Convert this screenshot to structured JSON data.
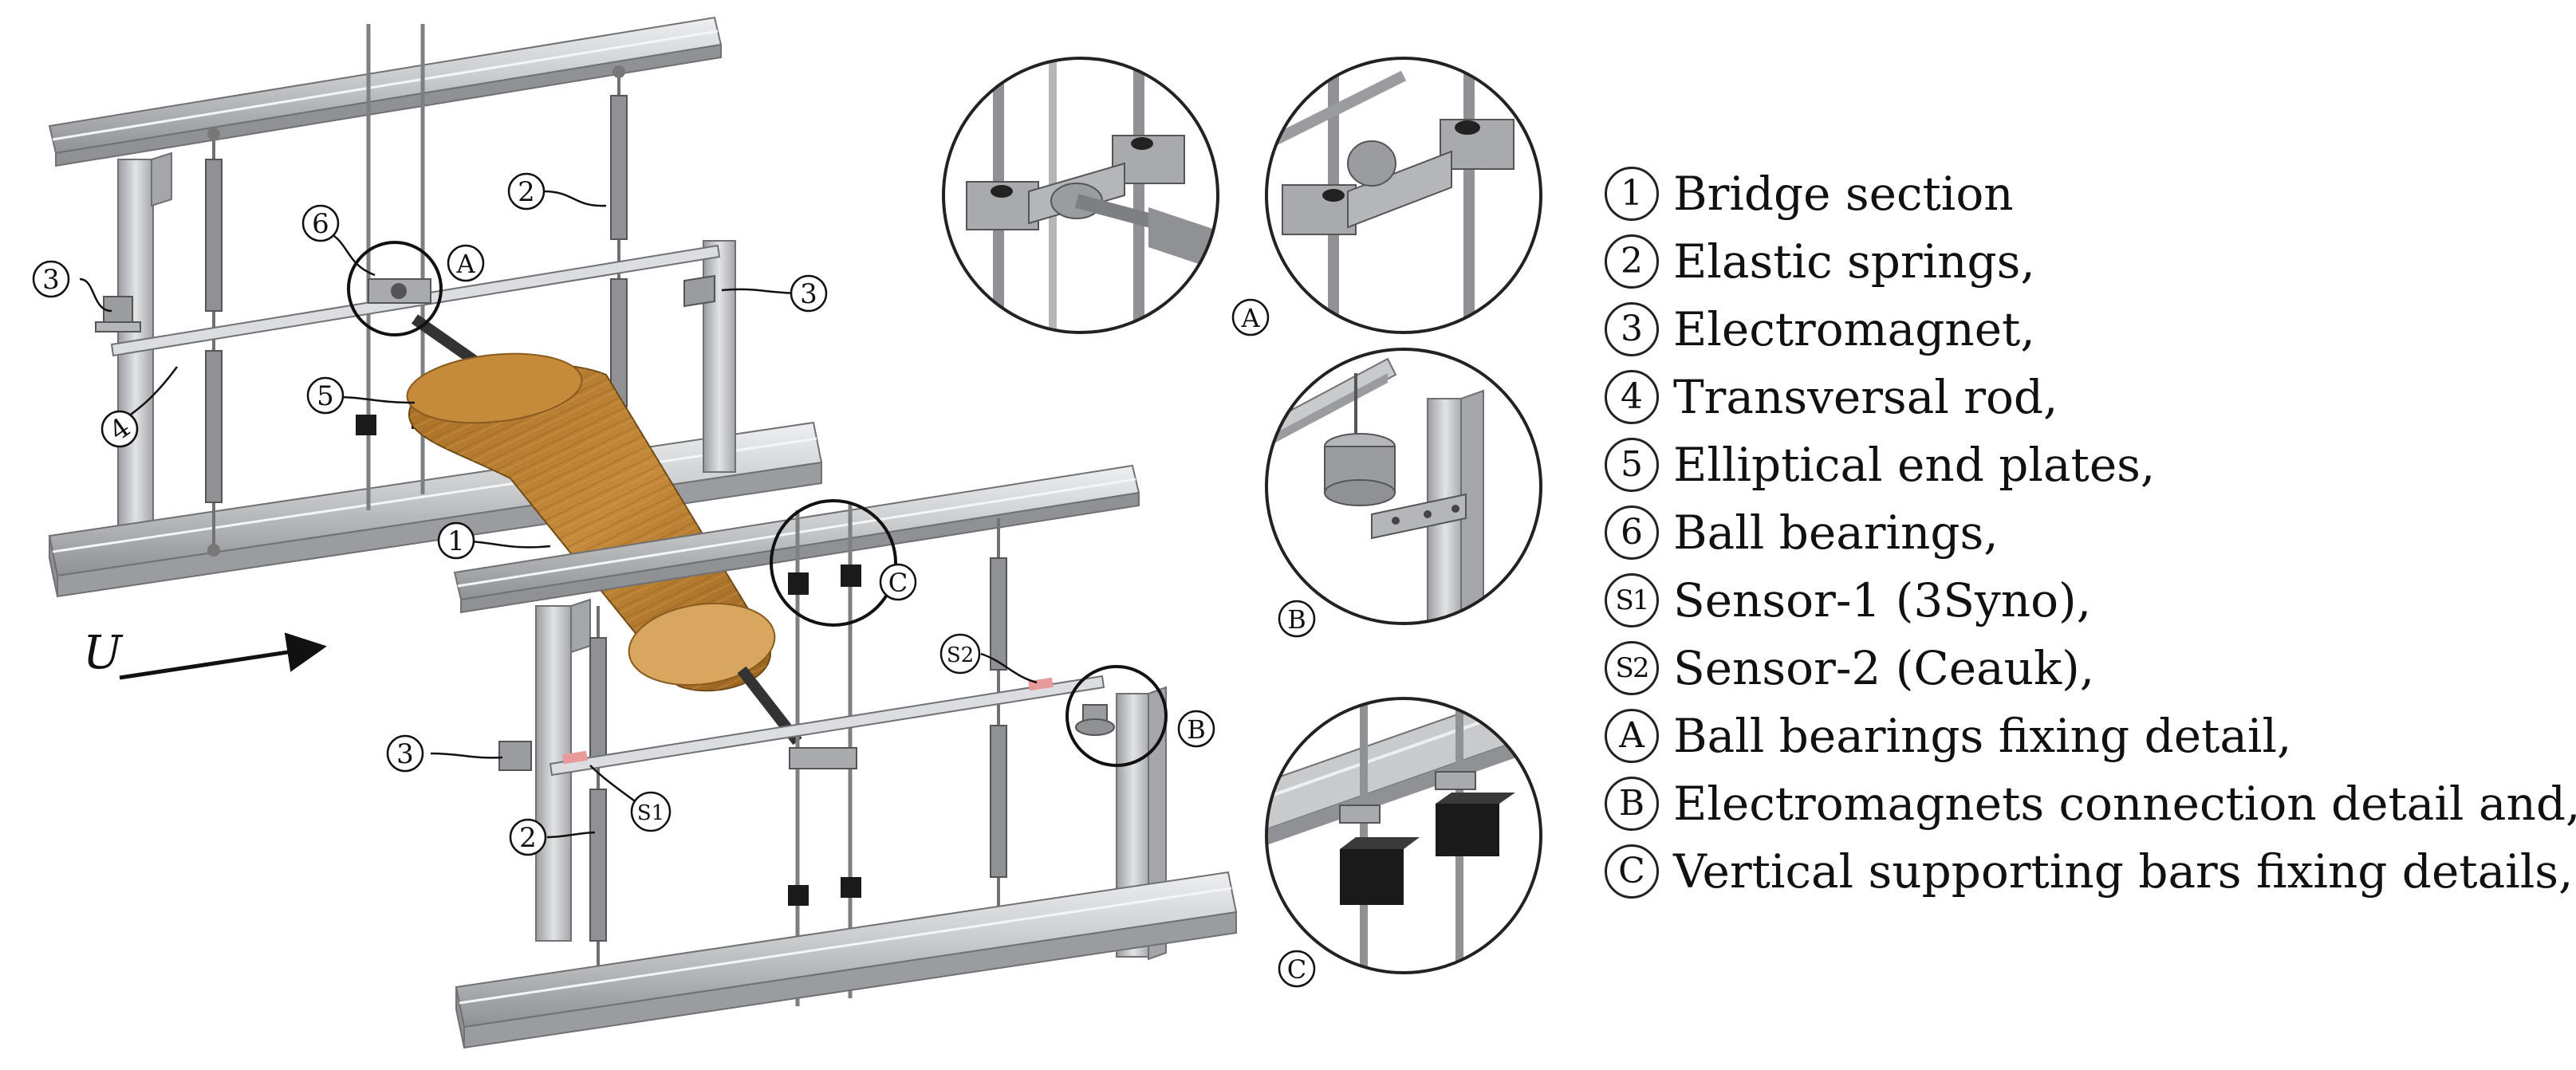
{
  "flow_label": "U",
  "callouts": {
    "c1": "1",
    "c2a": "2",
    "c2b": "2",
    "c3a": "3",
    "c3b": "3",
    "c3c": "3",
    "c4": "4",
    "c5": "5",
    "c6": "6",
    "s1": "S1",
    "s2": "S2",
    "ca": "A",
    "cb": "B",
    "cc": "C"
  },
  "detail_labels": {
    "a": "A",
    "b": "B",
    "c": "C"
  },
  "legend": [
    {
      "marker": "1",
      "text": "Bridge section"
    },
    {
      "marker": "2",
      "text": "Elastic springs,"
    },
    {
      "marker": "3",
      "text": "Electromagnet,"
    },
    {
      "marker": "4",
      "text": "Transversal rod,"
    },
    {
      "marker": "5",
      "text": "Elliptical end plates,"
    },
    {
      "marker": "6",
      "text": "Ball bearings,"
    },
    {
      "marker": "S1",
      "text": "Sensor-1 (3Syno),"
    },
    {
      "marker": "S2",
      "text": "Sensor-2 (Ceauk),"
    },
    {
      "marker": "A",
      "text": "Ball bearings fixing detail,"
    },
    {
      "marker": "B",
      "text": "Electromagnets connection detail and,"
    },
    {
      "marker": "C",
      "text": "Vertical supporting bars fixing details,"
    }
  ],
  "colors": {
    "aluminium": "#c9cacc",
    "aluminium_dark": "#8f9194",
    "aluminium_light": "#e4e5e7",
    "wood": "#b9802f",
    "wood_dark": "#8a5a1e",
    "wood_light": "#d8a65e",
    "sensor": "#e89a9a",
    "mass": "#1a1a1a",
    "line": "#222222"
  }
}
